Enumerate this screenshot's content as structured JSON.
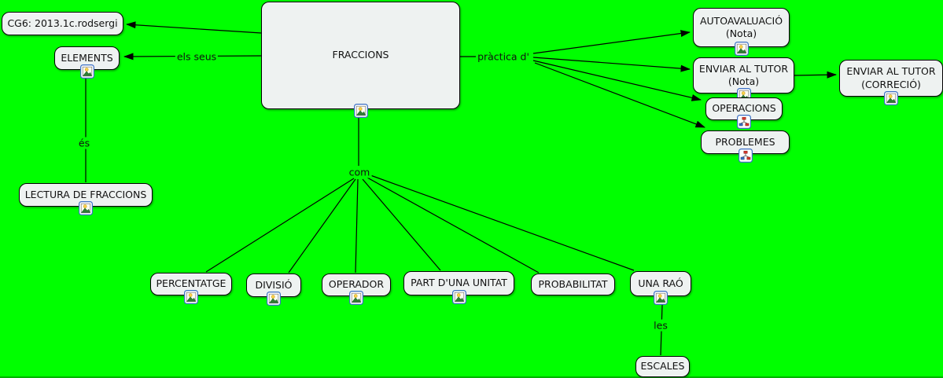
{
  "app": "concept-map-canvas",
  "colors": {
    "background": "#00ff00",
    "node_fill": "#eef2f1",
    "node_border": "#000000",
    "line": "#000000",
    "resource_icon_border": "#3b6fc4"
  },
  "nodes": {
    "cg6": {
      "label": "CG6: 2013.1c.rodsergi"
    },
    "elements": {
      "label": "ELEMENTS"
    },
    "fraccions": {
      "label": "FRACCIONS"
    },
    "autoavaluacio": {
      "label": "AUTOAVALUACIÓ",
      "sublabel": "(Nota)"
    },
    "enviar_tutor_nota": {
      "label": "ENVIAR AL TUTOR",
      "sublabel": "(Nota)"
    },
    "enviar_tutor_correcio": {
      "label": "ENVIAR AL TUTOR",
      "sublabel": "(CORRECIÓ)"
    },
    "operacions": {
      "label": "OPERACIONS"
    },
    "problemes": {
      "label": "PROBLEMES"
    },
    "lectura": {
      "label": "LECTURA DE FRACCIONS"
    },
    "percentatge": {
      "label": "PERCENTATGE"
    },
    "divisio": {
      "label": "DIVISIÓ"
    },
    "operador": {
      "label": "OPERADOR"
    },
    "part_unitat": {
      "label": "PART D'UNA UNITAT"
    },
    "probabilitat": {
      "label": "PROBABILITAT"
    },
    "una_rao": {
      "label": "UNA RAÓ"
    },
    "escales": {
      "label": "ESCALES"
    }
  },
  "links": {
    "els_seus": "els seus",
    "practica_d": "pràctica d'",
    "es": "és",
    "com": "com",
    "les": "les"
  },
  "icons": {
    "image": "image-resource-icon",
    "cmap": "concept-map-resource-icon"
  }
}
